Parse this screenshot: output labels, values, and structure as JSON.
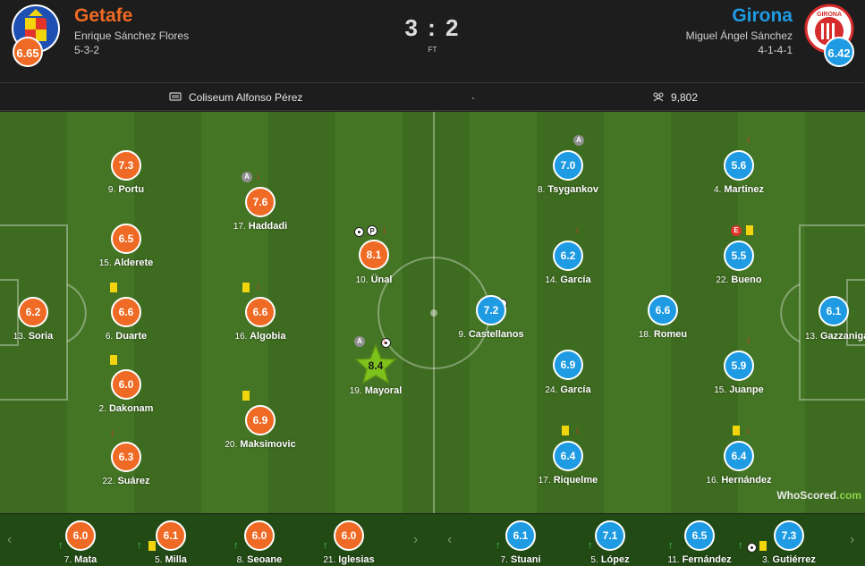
{
  "match": {
    "score": "3 : 2",
    "status": "FT",
    "venue": "Coliseum Alfonso Pérez",
    "separator": "·",
    "attendance": "9,802"
  },
  "home": {
    "name": "Getafe",
    "manager": "Enrique Sánchez Flores",
    "formation": "5-3-2",
    "rating": "6.65",
    "color": "#ef6a24"
  },
  "away": {
    "name": "Girona",
    "manager": "Miguel Ángel Sánchez",
    "formation": "4-1-4-1",
    "rating": "6.42",
    "color": "#1e9be3"
  },
  "home_players": [
    {
      "id": "soria",
      "rating": "6.2",
      "num": "13.",
      "name": "Soria",
      "events": []
    },
    {
      "id": "portu",
      "rating": "7.3",
      "num": "9.",
      "name": "Portu",
      "events": []
    },
    {
      "id": "alderete",
      "rating": "6.5",
      "num": "15.",
      "name": "Alderete",
      "events": []
    },
    {
      "id": "duarte",
      "rating": "6.6",
      "num": "6.",
      "name": "Duarte",
      "events": [
        "yellow"
      ]
    },
    {
      "id": "dakonam",
      "rating": "6.0",
      "num": "2.",
      "name": "Dakonam",
      "events": [
        "yellow"
      ]
    },
    {
      "id": "suarez",
      "rating": "6.3",
      "num": "22.",
      "name": "Suárez",
      "events": [
        "sub-off"
      ]
    },
    {
      "id": "haddadi",
      "rating": "7.6",
      "num": "17.",
      "name": "Haddadi",
      "events": [
        "assist",
        "sub-off"
      ]
    },
    {
      "id": "algobia",
      "rating": "6.6",
      "num": "16.",
      "name": "Algobia",
      "events": [
        "yellow",
        "sub-off"
      ]
    },
    {
      "id": "maksimovic",
      "rating": "6.9",
      "num": "20.",
      "name": "Maksimovic",
      "events": [
        "yellow"
      ]
    },
    {
      "id": "unal",
      "rating": "8.1",
      "num": "10.",
      "name": "Ünal",
      "events": [
        "goal",
        "penalty",
        "sub-off"
      ]
    },
    {
      "id": "mayoral",
      "rating": "8.4",
      "num": "19.",
      "name": "Mayoral",
      "events": [
        "assist",
        "goal",
        "sub-off"
      ],
      "motm": true
    }
  ],
  "away_players": [
    {
      "id": "tsygankov",
      "rating": "7.0",
      "num": "8.",
      "name": "Tsygankov",
      "events": [
        "assist"
      ]
    },
    {
      "id": "garcia14",
      "rating": "6.2",
      "num": "14.",
      "name": "García",
      "events": [
        "sub-off"
      ]
    },
    {
      "id": "castellanos",
      "rating": "7.2",
      "num": "9.",
      "name": "Castellanos",
      "events": [
        "goal"
      ]
    },
    {
      "id": "garcia24",
      "rating": "6.9",
      "num": "24.",
      "name": "García",
      "events": []
    },
    {
      "id": "riquelme",
      "rating": "6.4",
      "num": "17.",
      "name": "Riquelme",
      "events": [
        "yellow",
        "sub-off"
      ]
    },
    {
      "id": "romeu",
      "rating": "6.6",
      "num": "18.",
      "name": "Romeu",
      "events": []
    },
    {
      "id": "martinez",
      "rating": "5.6",
      "num": "4.",
      "name": "Martinez",
      "events": [
        "sub-off"
      ]
    },
    {
      "id": "bueno",
      "rating": "5.5",
      "num": "22.",
      "name": "Bueno",
      "events": [
        "error",
        "yellow"
      ]
    },
    {
      "id": "juanpe",
      "rating": "5.9",
      "num": "15.",
      "name": "Juanpe",
      "events": [
        "sub-off"
      ]
    },
    {
      "id": "hernandez",
      "rating": "6.4",
      "num": "16.",
      "name": "Hernández",
      "events": [
        "yellow",
        "sub-off"
      ]
    },
    {
      "id": "gazzaniga",
      "rating": "6.1",
      "num": "13.",
      "name": "Gazzaniga",
      "events": []
    }
  ],
  "home_subs": [
    {
      "rating": "6.0",
      "num": "7.",
      "name": "Mata"
    },
    {
      "rating": "6.1",
      "num": "5.",
      "name": "Milla"
    },
    {
      "rating": "6.0",
      "num": "8.",
      "name": "Seoane"
    },
    {
      "rating": "6.0",
      "num": "21.",
      "name": "Iglesias"
    }
  ],
  "away_subs": [
    {
      "rating": "6.1",
      "num": "7.",
      "name": "Stuani"
    },
    {
      "rating": "7.1",
      "num": "5.",
      "name": "López"
    },
    {
      "rating": "6.5",
      "num": "11.",
      "name": "Fernández"
    },
    {
      "rating": "7.3",
      "num": "3.",
      "name": "Gutiérrez"
    }
  ],
  "watermark": "WhoScored",
  "watermark_suffix": ".com",
  "badges": {
    "assist": "A",
    "penalty": "P",
    "error": "E",
    "arrow_down": "↓",
    "arrow_up": "↑",
    "prev": "‹",
    "next": "›"
  },
  "crest_text": {
    "away": "GIRONA"
  }
}
